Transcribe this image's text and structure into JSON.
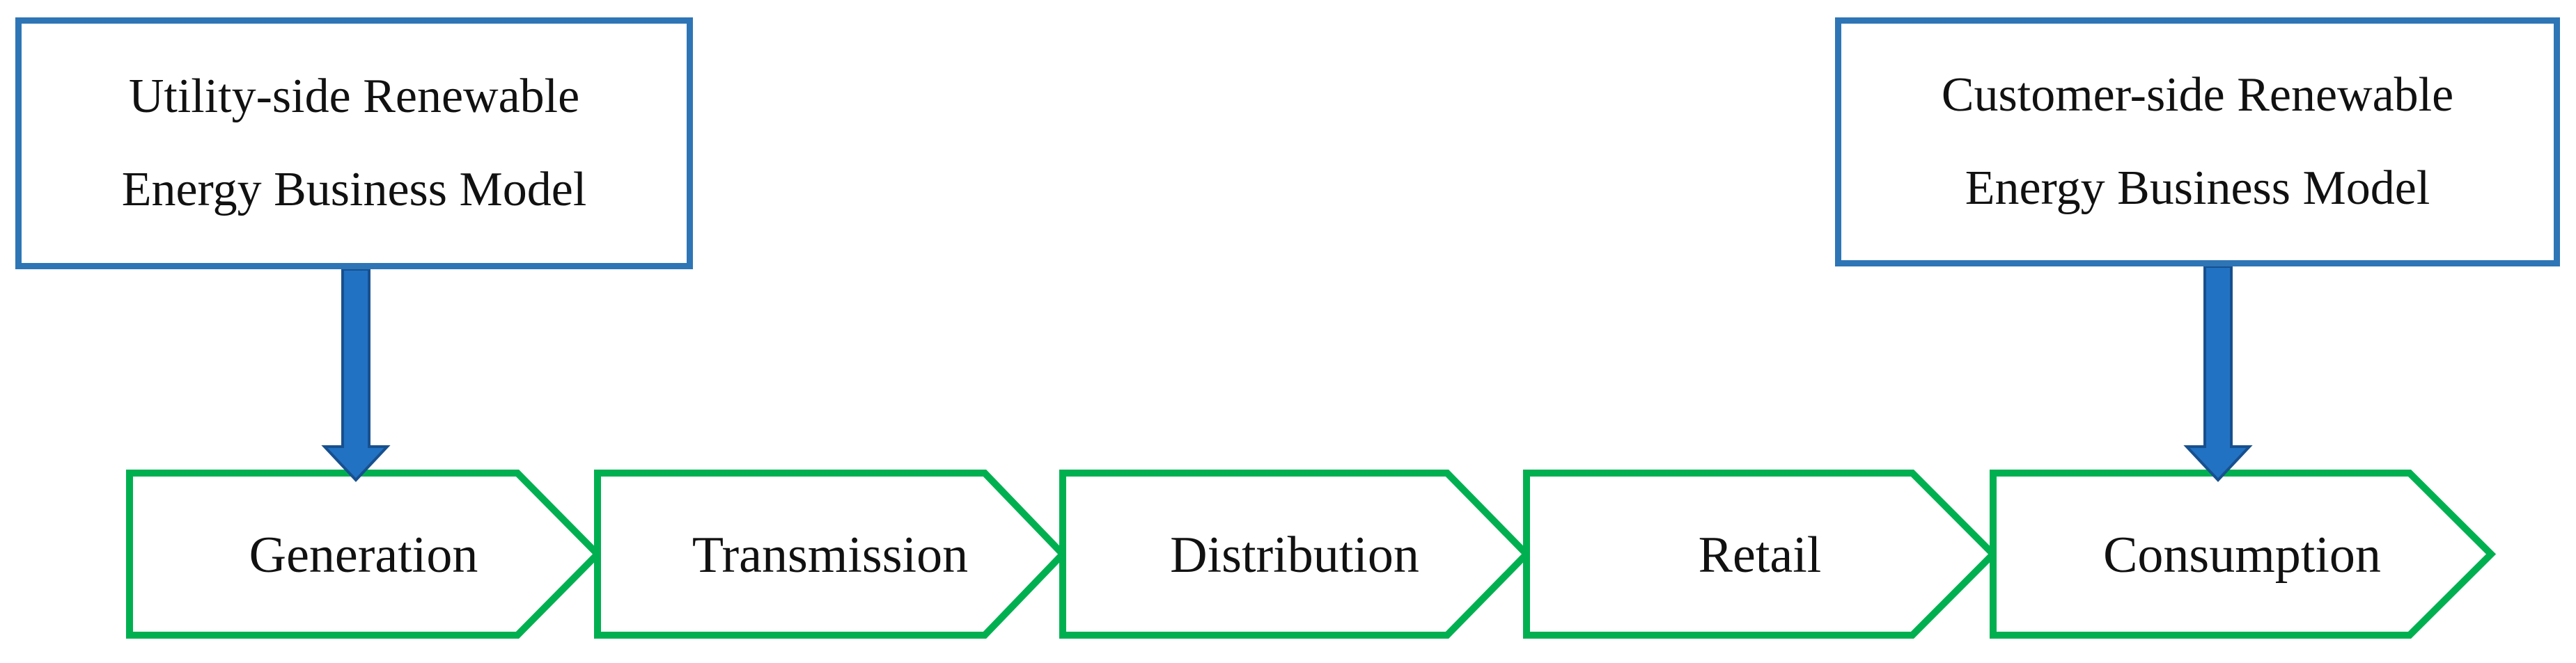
{
  "diagram": {
    "title_hint": "Renewable energy business models along the electricity value chain",
    "colors": {
      "box_border": "#2E75B6",
      "connector_arrow_fill": "#2272C3",
      "connector_arrow_stroke": "#17508F",
      "stage_outline": "#00B050",
      "text": "#111111",
      "background": "#FFFFFF"
    },
    "utility_box": {
      "line1": "Utility-side Renewable",
      "line2": "Energy Business Model"
    },
    "customer_box": {
      "line1": "Customer-side Renewable",
      "line2": "Energy Business Model"
    },
    "stages": [
      {
        "label": "Generation"
      },
      {
        "label": "Transmission"
      },
      {
        "label": "Distribution"
      },
      {
        "label": "Retail"
      },
      {
        "label": "Consumption"
      }
    ]
  }
}
